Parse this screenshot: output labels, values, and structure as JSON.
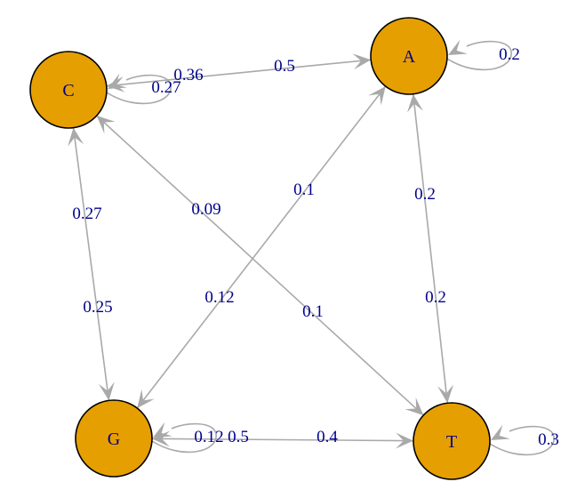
{
  "title": "Nucleotide transition graph",
  "colors": {
    "node_fill": "#E69F00",
    "node_stroke": "#000000",
    "node_label": "#00008B",
    "edge": "#A9A9A9",
    "edge_label": "#00008B"
  },
  "nodes": [
    {
      "id": "A",
      "label": "A"
    },
    {
      "id": "C",
      "label": "C"
    },
    {
      "id": "G",
      "label": "G"
    },
    {
      "id": "T",
      "label": "T"
    }
  ],
  "edges": [
    {
      "from": "A",
      "to": "A",
      "weight": "0.2"
    },
    {
      "from": "C",
      "to": "C",
      "weight": "0.27"
    },
    {
      "from": "G",
      "to": "G",
      "weight": "0.12"
    },
    {
      "from": "T",
      "to": "T",
      "weight": "0.3"
    },
    {
      "from": "C",
      "to": "A",
      "weight": "0.5"
    },
    {
      "from": "A",
      "to": "C",
      "weight": "0.36"
    },
    {
      "from": "C",
      "to": "G",
      "weight": "0.25"
    },
    {
      "from": "G",
      "to": "C",
      "weight": "0.27"
    },
    {
      "from": "C",
      "to": "T",
      "weight": "0.1"
    },
    {
      "from": "T",
      "to": "C",
      "weight": "0.09"
    },
    {
      "from": "A",
      "to": "G",
      "weight": "0.12"
    },
    {
      "from": "G",
      "to": "A",
      "weight": "0.1"
    },
    {
      "from": "A",
      "to": "T",
      "weight": "0.2"
    },
    {
      "from": "T",
      "to": "A",
      "weight": "0.2"
    },
    {
      "from": "G",
      "to": "T",
      "weight": "0.4"
    },
    {
      "from": "T",
      "to": "G",
      "weight": "0.5"
    }
  ]
}
